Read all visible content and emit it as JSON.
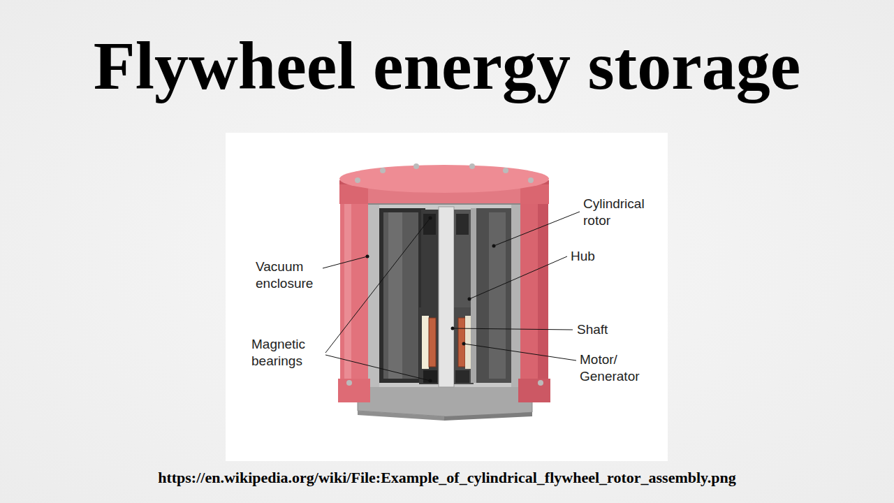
{
  "diagram": {
    "title": "Flywheel energy storage",
    "caption": "https://en.wikipedia.org/wiki/File:Example_of_cylindrical_flywheel_rotor_assembly.png",
    "labels": [
      "Cylindrical rotor",
      "Hub",
      "Vacuum enclosure",
      "Shaft",
      "Magnetic bearings",
      "Motor/ Generator"
    ]
  }
}
